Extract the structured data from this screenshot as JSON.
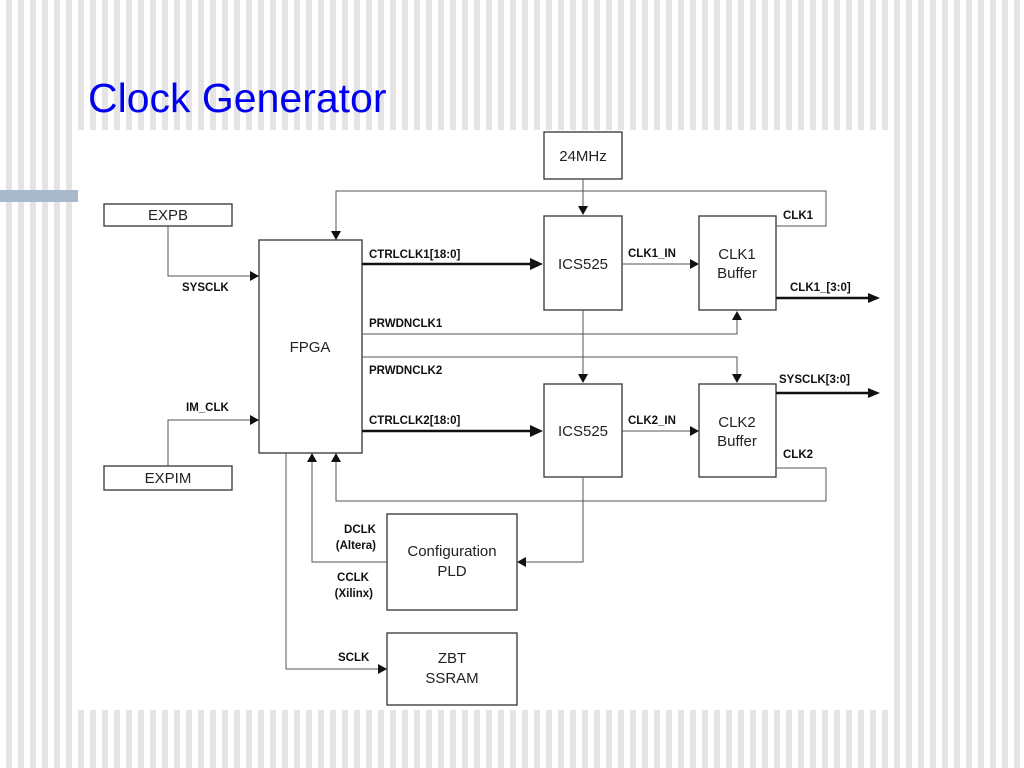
{
  "title": "Clock Generator",
  "blocks": {
    "osc": "24MHz",
    "expb": "EXPB",
    "expim": "EXPIM",
    "fpga": "FPGA",
    "ics_top": "ICS525",
    "ics_bottom": "ICS525",
    "clk1_buffer": [
      "CLK1",
      "Buffer"
    ],
    "clk2_buffer": [
      "CLK2",
      "Buffer"
    ],
    "config_pld": [
      "Configuration",
      "PLD"
    ],
    "zbt_sram": [
      "ZBT",
      "SSRAM"
    ]
  },
  "signals": {
    "sysclk": "SYSCLK",
    "im_clk": "IM_CLK",
    "ctrlclk1": "CTRLCLK1[18:0]",
    "ctrlclk2": "CTRLCLK2[18:0]",
    "prwdnclk1": "PRWDNCLK1",
    "prwdnclk2": "PRWDNCLK2",
    "clk1_in": "CLK1_IN",
    "clk2_in": "CLK2_IN",
    "clk1": "CLK1",
    "clk2": "CLK2",
    "clk1_out": "CLK1_[3:0]",
    "sysclk_out": "SYSCLK[3:0]",
    "dclk": [
      "DCLK",
      "(Altera)"
    ],
    "cclk": [
      "CCLK",
      "(Xilinx)"
    ],
    "sclk": "SCLK"
  }
}
